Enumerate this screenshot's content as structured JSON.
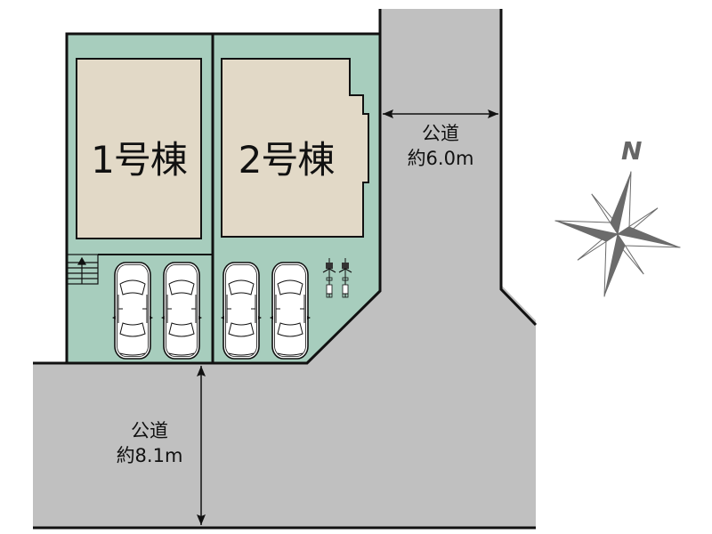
{
  "site_plan": {
    "buildings": [
      {
        "id": "1",
        "label": "1号棟"
      },
      {
        "id": "2",
        "label": "2号棟"
      }
    ],
    "roads": [
      {
        "id": "east",
        "name": "公道",
        "width_label": "約6.0m"
      },
      {
        "id": "south",
        "name": "公道",
        "width_label": "約8.1m"
      }
    ],
    "compass": {
      "north_label": "N"
    },
    "parking": {
      "car_spaces": 4,
      "bicycle_spaces": 2
    },
    "colors": {
      "lot_green": "#a7cdbd",
      "building_beige": "#e2d9c7",
      "road_gray": "#c0c0c0",
      "outline": "#111111",
      "compass_gray": "#6b6b6b"
    }
  }
}
